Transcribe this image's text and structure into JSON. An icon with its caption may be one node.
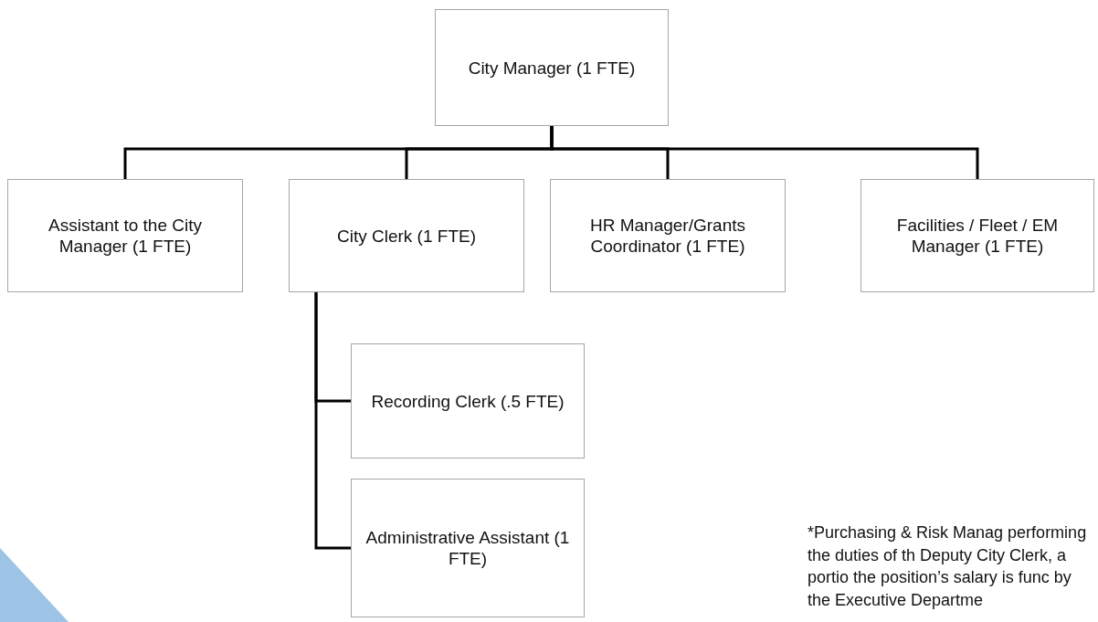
{
  "diagram": {
    "nodes": [
      {
        "text": [
          "City Manager (1 FTE)"
        ]
      },
      {
        "text": [
          "Assistant to the City Manager (1 FTE)"
        ]
      },
      {
        "text": [
          "City Clerk (1 FTE)"
        ]
      },
      {
        "text": [
          "HR Manager/Grants Coordinator (1 FTE)"
        ]
      },
      {
        "text": [
          "Facilities / Fleet / EM Manager (1 FTE)"
        ]
      },
      {
        "text": [
          "Recording Clerk (.5 FTE)"
        ]
      },
      {
        "text": [
          "Administrative Assistant (1 FTE)"
        ]
      }
    ],
    "edges": [
      {
        "from": 0,
        "to": 1,
        "arrow": "none"
      },
      {
        "from": 0,
        "to": 2,
        "arrow": "none"
      },
      {
        "from": 0,
        "to": 3,
        "arrow": "none"
      },
      {
        "from": 0,
        "to": 4,
        "arrow": "none"
      },
      {
        "from": 2,
        "to": 5,
        "arrow": "none"
      },
      {
        "from": 2,
        "to": 6,
        "arrow": "none"
      }
    ],
    "labels": [
      "*Purchasing & Risk Manag performing the duties of th Deputy City Clerk, a portio the position’s salary is func by the Executive Departme"
    ]
  }
}
